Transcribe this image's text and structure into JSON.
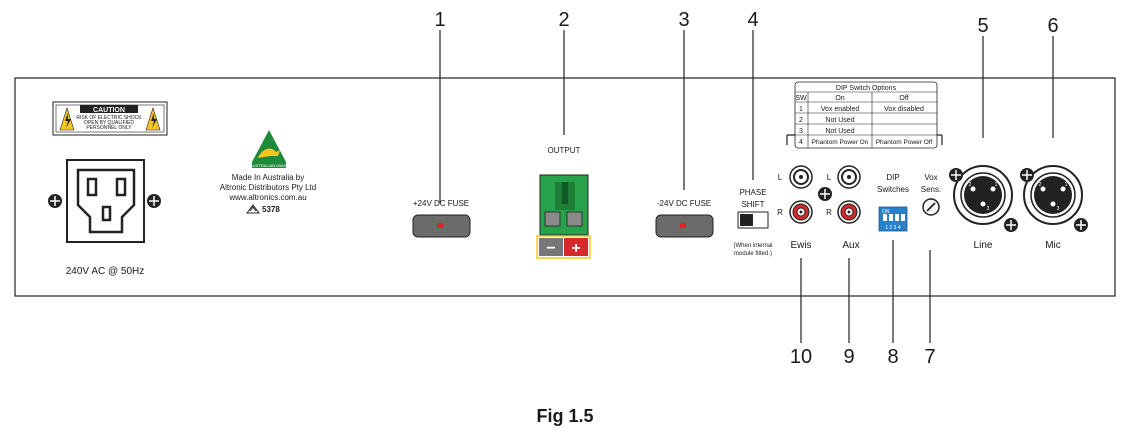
{
  "callouts": [
    "1",
    "2",
    "3",
    "4",
    "5",
    "6",
    "7",
    "8",
    "9",
    "10"
  ],
  "caution": {
    "title": "CAUTION",
    "line1": "RISK OF ELECTRIC SHOCK",
    "line2": "OPEN BY QUALIFIED",
    "line3": "PERSONNEL ONLY"
  },
  "ac_label": "240V AC @ 50Hz",
  "logo": {
    "text": "AUSTRALIAN MADE",
    "made_in": "Made In Australia by",
    "company": "Altronic Distributors Pty Ltd",
    "url": "www.altronics.com.au",
    "approval": "5378"
  },
  "fuse_pos": "+24V DC FUSE",
  "output_label": "OUTPUT",
  "terminal": {
    "minus": "−",
    "plus": "+"
  },
  "fuse_neg": "-24V DC FUSE",
  "phase": {
    "line1": "PHASE",
    "line2": "SHIFT",
    "note1": "(When internal",
    "note2": "module fitted.)"
  },
  "dip_table": {
    "title": "DIP Switch Options",
    "headers": [
      "SW",
      "On",
      "Off"
    ],
    "rows": [
      [
        "1",
        "Vox enabled",
        "Vox disabled"
      ],
      [
        "2",
        "Not Used",
        ""
      ],
      [
        "3",
        "Not Used",
        ""
      ],
      [
        "4",
        "Phantom Power On",
        "Phantom Power Off"
      ]
    ]
  },
  "rca": {
    "left": "L",
    "right": "R",
    "ewis": "Ewis",
    "aux": "Aux"
  },
  "dip": {
    "line1": "DIP",
    "line2": "Switches",
    "on": "ON",
    "nums": "1 2 3 4"
  },
  "vox": {
    "line1": "Vox",
    "line2": "Sens."
  },
  "xlr": {
    "line": "Line",
    "mic": "Mic",
    "pin1": "1",
    "pin2": "2",
    "pin3": "3"
  },
  "caption": "Fig 1.5"
}
